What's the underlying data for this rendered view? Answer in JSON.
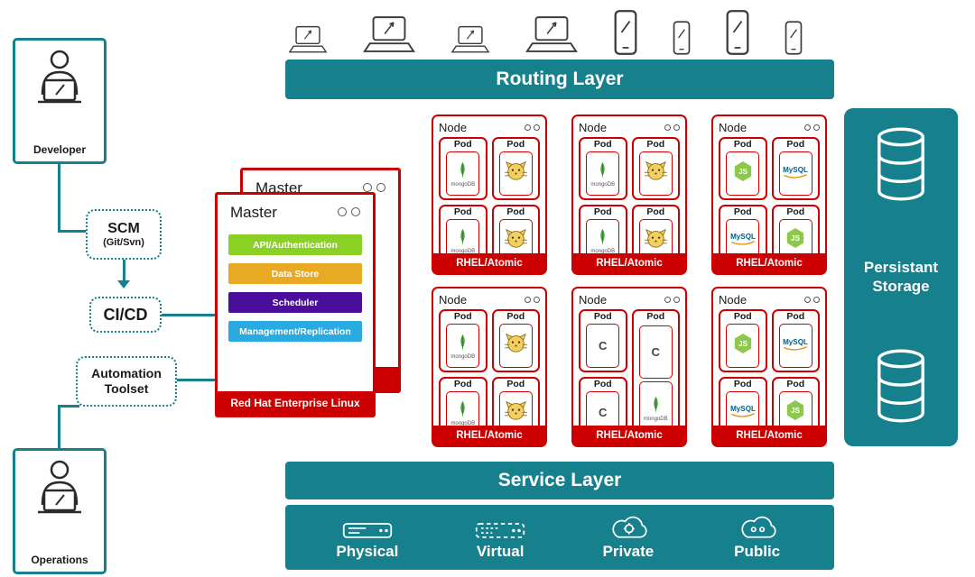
{
  "colors": {
    "teal": "#17808d",
    "red": "#cc0000"
  },
  "devices": [
    {
      "type": "laptop",
      "size": "sm"
    },
    {
      "type": "laptop",
      "size": "lg"
    },
    {
      "type": "laptop",
      "size": "sm"
    },
    {
      "type": "laptop",
      "size": "lg"
    },
    {
      "type": "phone",
      "size": "lg"
    },
    {
      "type": "phone",
      "size": "sm"
    },
    {
      "type": "phone",
      "size": "lg"
    },
    {
      "type": "phone",
      "size": "sm"
    }
  ],
  "routing_layer": {
    "label": "Routing Layer"
  },
  "service_layer": {
    "label": "Service Layer"
  },
  "storage": {
    "label": "Persistant Storage"
  },
  "developer": {
    "label": "Developer"
  },
  "operations": {
    "label": "Operations"
  },
  "scm": {
    "title": "SCM",
    "subtitle": "(Git/Svn)"
  },
  "cicd": {
    "label": "CI/CD"
  },
  "automation": {
    "label": "Automation Toolset"
  },
  "master": {
    "title": "Master",
    "back_title": "Master",
    "components": [
      {
        "label": "API/Authentication",
        "color": "#8bd125"
      },
      {
        "label": "Data Store",
        "color": "#e9a922"
      },
      {
        "label": "Scheduler",
        "color": "#4b0d9c"
      },
      {
        "label": "Management/Replication",
        "color": "#29abe2"
      }
    ],
    "footer": "Red Hat Enterprise Linux"
  },
  "icon_labels": {
    "mongodb": "mongoDB",
    "mysql": "MySQL",
    "nodejs": "JS",
    "container": "C"
  },
  "nodes": [
    {
      "title": "Node",
      "footer": "RHEL/Atomic",
      "pods": [
        {
          "label": "Pod",
          "icons": [
            "mongodb"
          ]
        },
        {
          "label": "Pod",
          "icons": [
            "tomcat"
          ]
        },
        {
          "label": "Pod",
          "icons": [
            "mongodb"
          ]
        },
        {
          "label": "Pod",
          "icons": [
            "tomcat"
          ]
        }
      ]
    },
    {
      "title": "Node",
      "footer": "RHEL/Atomic",
      "pods": [
        {
          "label": "Pod",
          "icons": [
            "mongodb"
          ]
        },
        {
          "label": "Pod",
          "icons": [
            "tomcat"
          ]
        },
        {
          "label": "Pod",
          "icons": [
            "mongodb"
          ]
        },
        {
          "label": "Pod",
          "icons": [
            "tomcat"
          ]
        }
      ]
    },
    {
      "title": "Node",
      "footer": "RHEL/Atomic",
      "pods": [
        {
          "label": "Pod",
          "icons": [
            "nodejs"
          ]
        },
        {
          "label": "Pod",
          "icons": [
            "mysql"
          ]
        },
        {
          "label": "Pod",
          "icons": [
            "mysql"
          ]
        },
        {
          "label": "Pod",
          "icons": [
            "nodejs"
          ]
        }
      ]
    },
    {
      "title": "Node",
      "footer": "RHEL/Atomic",
      "pods": [
        {
          "label": "Pod",
          "icons": [
            "mongodb"
          ]
        },
        {
          "label": "Pod",
          "icons": [
            "tomcat"
          ]
        },
        {
          "label": "Pod",
          "icons": [
            "mongodb"
          ]
        },
        {
          "label": "Pod",
          "icons": [
            "tomcat"
          ]
        }
      ]
    },
    {
      "title": "Node",
      "footer": "RHEL/Atomic",
      "pods": [
        {
          "label": "Pod",
          "icons": [
            "container"
          ]
        },
        {
          "label": "Pod",
          "icons": [
            "container",
            "mongodb"
          ],
          "tall": true
        },
        {
          "label": "Pod",
          "icons": [
            "container"
          ]
        }
      ]
    },
    {
      "title": "Node",
      "footer": "RHEL/Atomic",
      "pods": [
        {
          "label": "Pod",
          "icons": [
            "nodejs"
          ]
        },
        {
          "label": "Pod",
          "icons": [
            "mysql"
          ]
        },
        {
          "label": "Pod",
          "icons": [
            "mysql"
          ]
        },
        {
          "label": "Pod",
          "icons": [
            "nodejs"
          ]
        }
      ]
    }
  ],
  "infrastructure": {
    "items": [
      {
        "label": "Physical",
        "icon": "physical-server-icon"
      },
      {
        "label": "Virtual",
        "icon": "virtual-server-icon"
      },
      {
        "label": "Private",
        "icon": "private-cloud-icon"
      },
      {
        "label": "Public",
        "icon": "public-cloud-icon"
      }
    ]
  }
}
